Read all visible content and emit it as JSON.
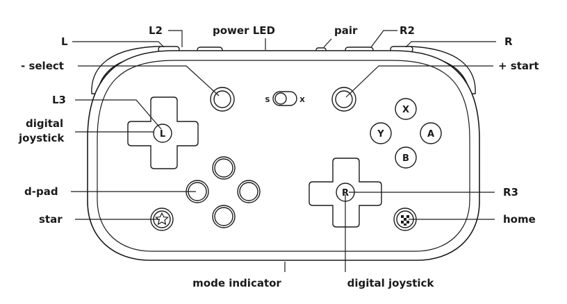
{
  "labels": {
    "L": "L",
    "L2": "L2",
    "power_led": "power LED",
    "pair": "pair",
    "R2": "R2",
    "R": "R",
    "select": "- select",
    "start": "+ start",
    "L3": "L3",
    "digital_joystick_left_line1": "digital",
    "digital_joystick_left_line2": "joystick",
    "d_pad": "d-pad",
    "star": "star",
    "R3": "R3",
    "home": "home",
    "mode_indicator": "mode indicator",
    "digital_joystick_bottom": "digital joystick"
  },
  "switch": {
    "left": "S",
    "right": "X"
  },
  "buttons": {
    "left_stick": "L",
    "right_stick": "R",
    "face": {
      "x": "X",
      "y": "Y",
      "a": "A",
      "b": "B"
    }
  }
}
